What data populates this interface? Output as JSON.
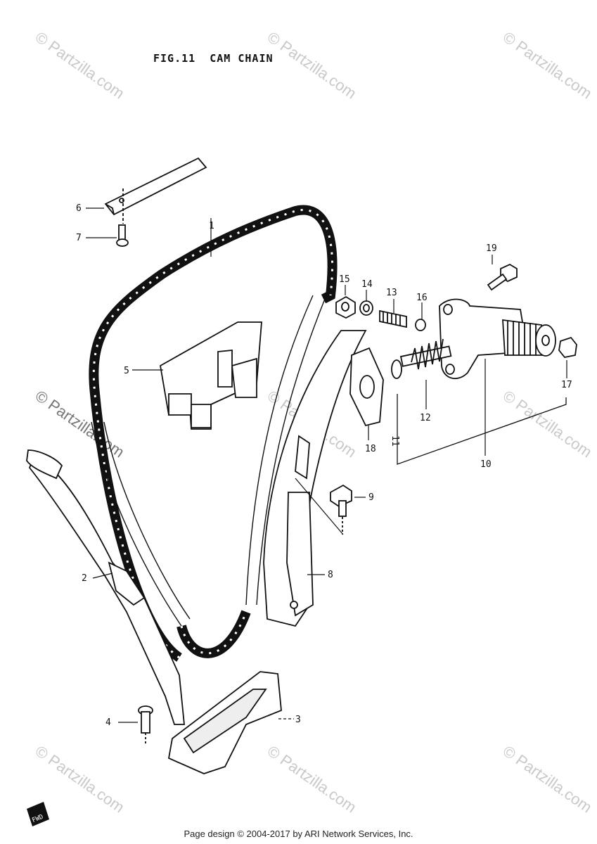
{
  "figure": {
    "number_label": "FIG.11",
    "title": "CAM CHAIN"
  },
  "callouts": [
    "1",
    "2",
    "3",
    "4",
    "5",
    "6",
    "7",
    "8",
    "9",
    "10",
    "11",
    "12",
    "13",
    "14",
    "15",
    "16",
    "17",
    "18",
    "19"
  ],
  "watermark": "© Partzilla.com",
  "footer": "Page design © 2004-2017 by ARI Network Services, Inc.",
  "fwd_label": "FWD"
}
